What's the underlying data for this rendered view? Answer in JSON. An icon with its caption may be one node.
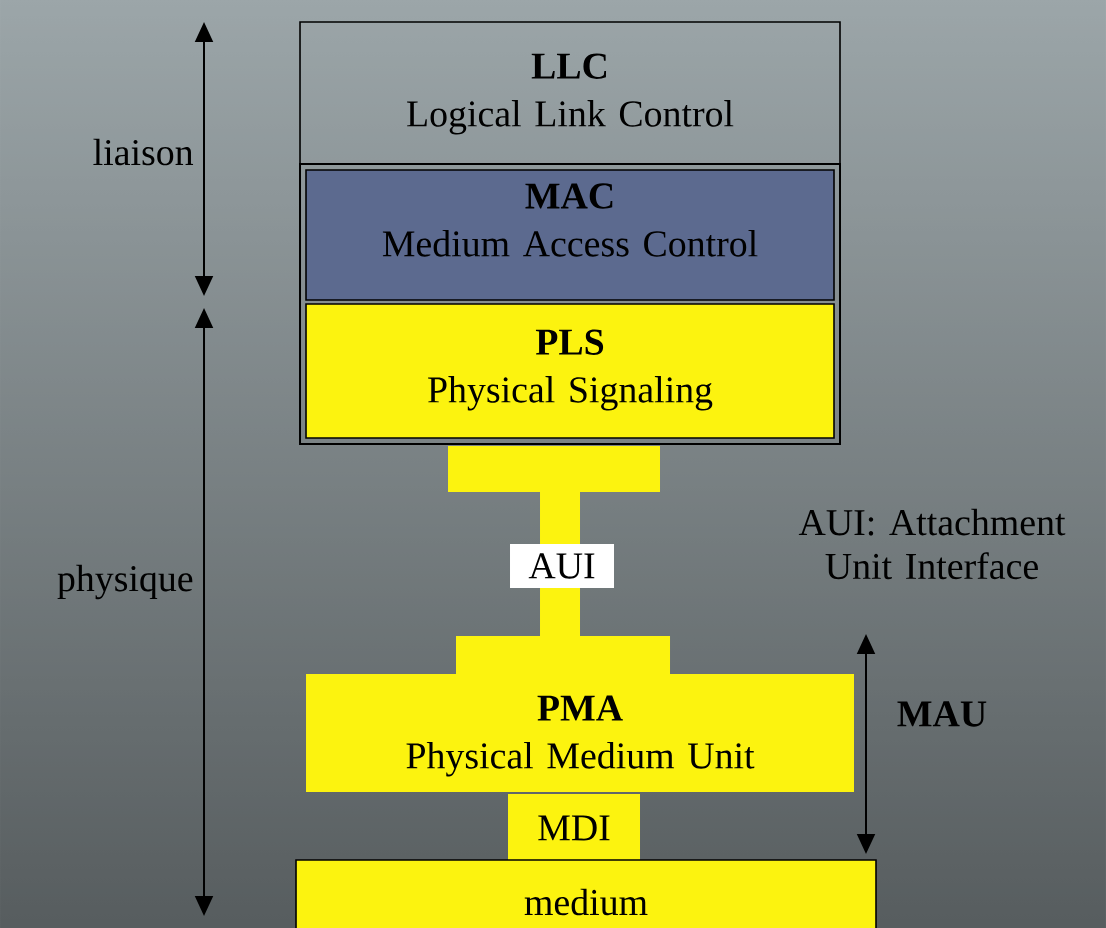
{
  "diagram": {
    "nodes": [
      {
        "text": [
          "LLC",
          "Logical Link Control"
        ]
      },
      {
        "text": [
          "MAC",
          "Medium Access Control"
        ]
      },
      {
        "text": [
          "PLS",
          "Physical Signaling"
        ]
      },
      {
        "text": [
          "AUI"
        ]
      },
      {
        "text": [
          "PMA",
          "Physical Medium Unit"
        ]
      },
      {
        "text": [
          "MDI"
        ]
      },
      {
        "text": [
          "medium"
        ]
      }
    ],
    "labels": [
      "liaison",
      "physique",
      "AUI: Attachment Unit Interface",
      "MAU"
    ]
  }
}
